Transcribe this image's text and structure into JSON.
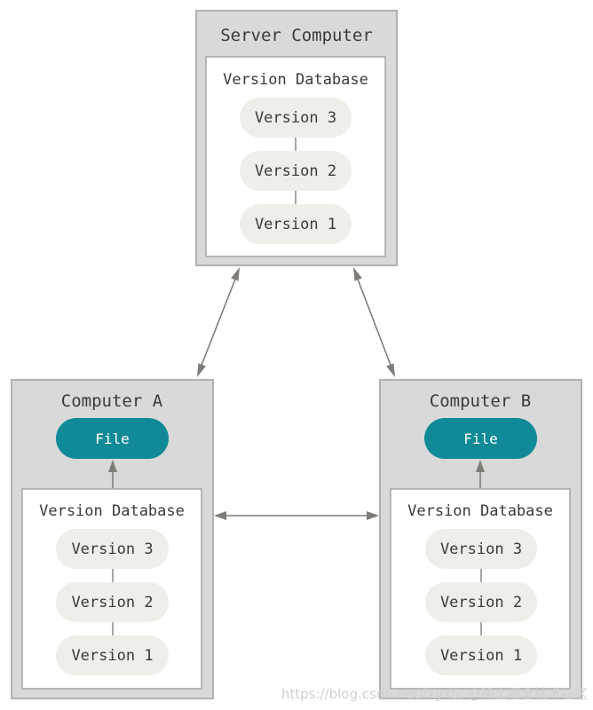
{
  "server": {
    "title": "Server Computer",
    "db_label": "Version Database",
    "versions": [
      "Version 3",
      "Version 2",
      "Version 1"
    ]
  },
  "computer_a": {
    "title": "Computer A",
    "file_label": "File",
    "db_label": "Version Database",
    "versions": [
      "Version 3",
      "Version 2",
      "Version 1"
    ]
  },
  "computer_b": {
    "title": "Computer B",
    "file_label": "File",
    "db_label": "Version Database",
    "versions": [
      "Version 3",
      "Version 2",
      "Version 1"
    ]
  },
  "watermark": "https://blog.csdn.net/lxyxtc  @稀土掘金技术社区",
  "colors": {
    "outer_fill": "#d9d9d9",
    "pill_fill": "#efeee9",
    "file_fill": "#0f8a96",
    "arrow": "#807d78"
  }
}
